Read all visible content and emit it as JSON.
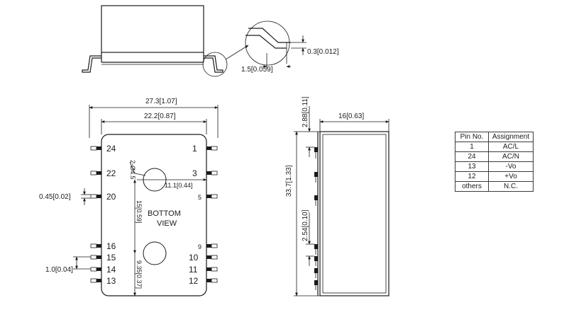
{
  "top_view": {
    "lead_height": "0.3[0.012]",
    "lead_length": "1.5[0.059]"
  },
  "bottom_view": {
    "overall_width": "27.3[1.07]",
    "body_width": "22.2[0.87]",
    "hole_dia": "2-Ø4.5",
    "hole_offset": "11.1[0.44]",
    "hole_spacing": "15[0.59]",
    "hole_bottom": "9.35[0.37]",
    "pin_width": "0.45[0.02]",
    "pin_pitch": "1.0[0.04]",
    "label_line1": "BOTTOM",
    "label_line2": "VIEW",
    "pins_left": [
      "24",
      "22",
      "20",
      "16",
      "15",
      "14",
      "13"
    ],
    "pins_right": [
      "1",
      "3",
      "5",
      "9",
      "10",
      "11",
      "12"
    ]
  },
  "side_view": {
    "depth": "16[0.63]",
    "height": "33.7[1.33]",
    "top_offset": "2.88[0.11]",
    "pitch": "2.54[0.10]"
  },
  "pin_table": {
    "header_pin": "Pin No.",
    "header_assignment": "Assignment",
    "rows": [
      {
        "pin": "1",
        "assignment": "AC/L"
      },
      {
        "pin": "24",
        "assignment": "AC/N"
      },
      {
        "pin": "13",
        "assignment": "-Vo"
      },
      {
        "pin": "12",
        "assignment": "+Vo"
      },
      {
        "pin": "others",
        "assignment": "N.C."
      }
    ]
  }
}
